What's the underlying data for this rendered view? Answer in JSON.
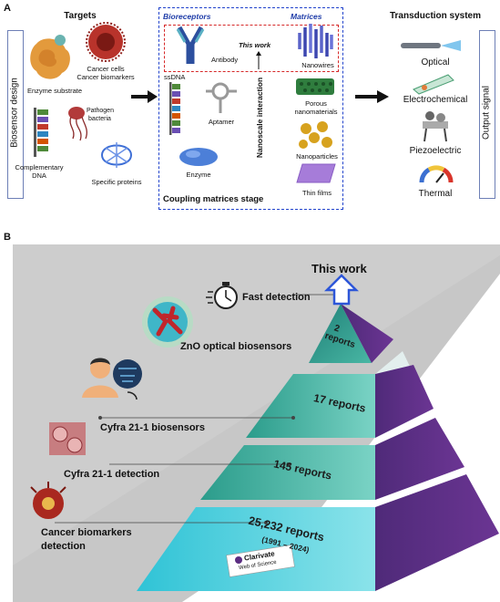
{
  "panel_a": {
    "letter": "A",
    "side_left": "Biosensor design",
    "side_right": "Output signal",
    "targets": {
      "title": "Targets",
      "enzyme_substrate": "Enzyme substrate",
      "cancer_cells": "Cancer cells",
      "cancer_biomarkers": "Cancer biomarkers",
      "pathogen_1": "Pathogen",
      "pathogen_2": "bacteria",
      "dna_1": "Complementary",
      "dna_2": "DNA",
      "proteins": "Specific proteins"
    },
    "center": {
      "bioreceptors": "Bioreceptors",
      "matrices": "Matrices",
      "this_work": "This work",
      "antibody": "Antibody",
      "nanowires": "Nanowires",
      "ssdna": "ssDNA",
      "aptamer": "Aptamer",
      "enzyme": "Enzyme",
      "nanoscale": "Nanoscale interaction",
      "porous_1": "Porous",
      "porous_2": "nanomaterials",
      "nanoparticles": "Nanoparticles",
      "thin_films": "Thin films",
      "stage": "Coupling matrices stage"
    },
    "transduction": {
      "title": "Transduction system",
      "optical": "Optical",
      "electrochemical": "Electrochemical",
      "piezoelectric": "Piezoelectric",
      "thermal": "Thermal"
    }
  },
  "panel_b": {
    "letter": "B",
    "this_work": "This work",
    "fast_detection": "Fast detection",
    "zno": "ZnO optical biosensors",
    "cyfra_biosensors": "Cyfra 21-1 biosensors",
    "cyfra_detection": "Cyfra 21-1 detection",
    "cancer_1": "Cancer biomarkers",
    "cancer_2": "detection",
    "level1_a": "2",
    "level1_b": "reports",
    "level2": "17 reports",
    "level3": "145 reports",
    "level4_a": "25,232 reports",
    "level4_b": "(1991 – 2024)",
    "clarivate": "Clarivate",
    "wos": "Web of Science"
  },
  "colors": {
    "pyramid_teal": "#2f9a8c",
    "pyramid_purple": "#5b2d82",
    "pyramid_cyan": "#35b9d3",
    "arrow_blue": "#2d56d8"
  }
}
